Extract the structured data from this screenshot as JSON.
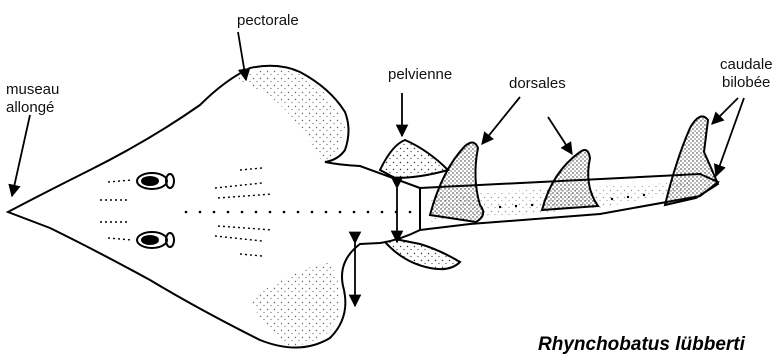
{
  "labels": {
    "pectorale": "pectorale",
    "pelvienne": "pelvienne",
    "museau_line1": "museau",
    "museau_line2": "allongé",
    "dorsales": "dorsales",
    "caudale_line1": "caudale",
    "caudale_line2": "bilobée"
  },
  "species_name": "Rhynchobatus lübberti"
}
